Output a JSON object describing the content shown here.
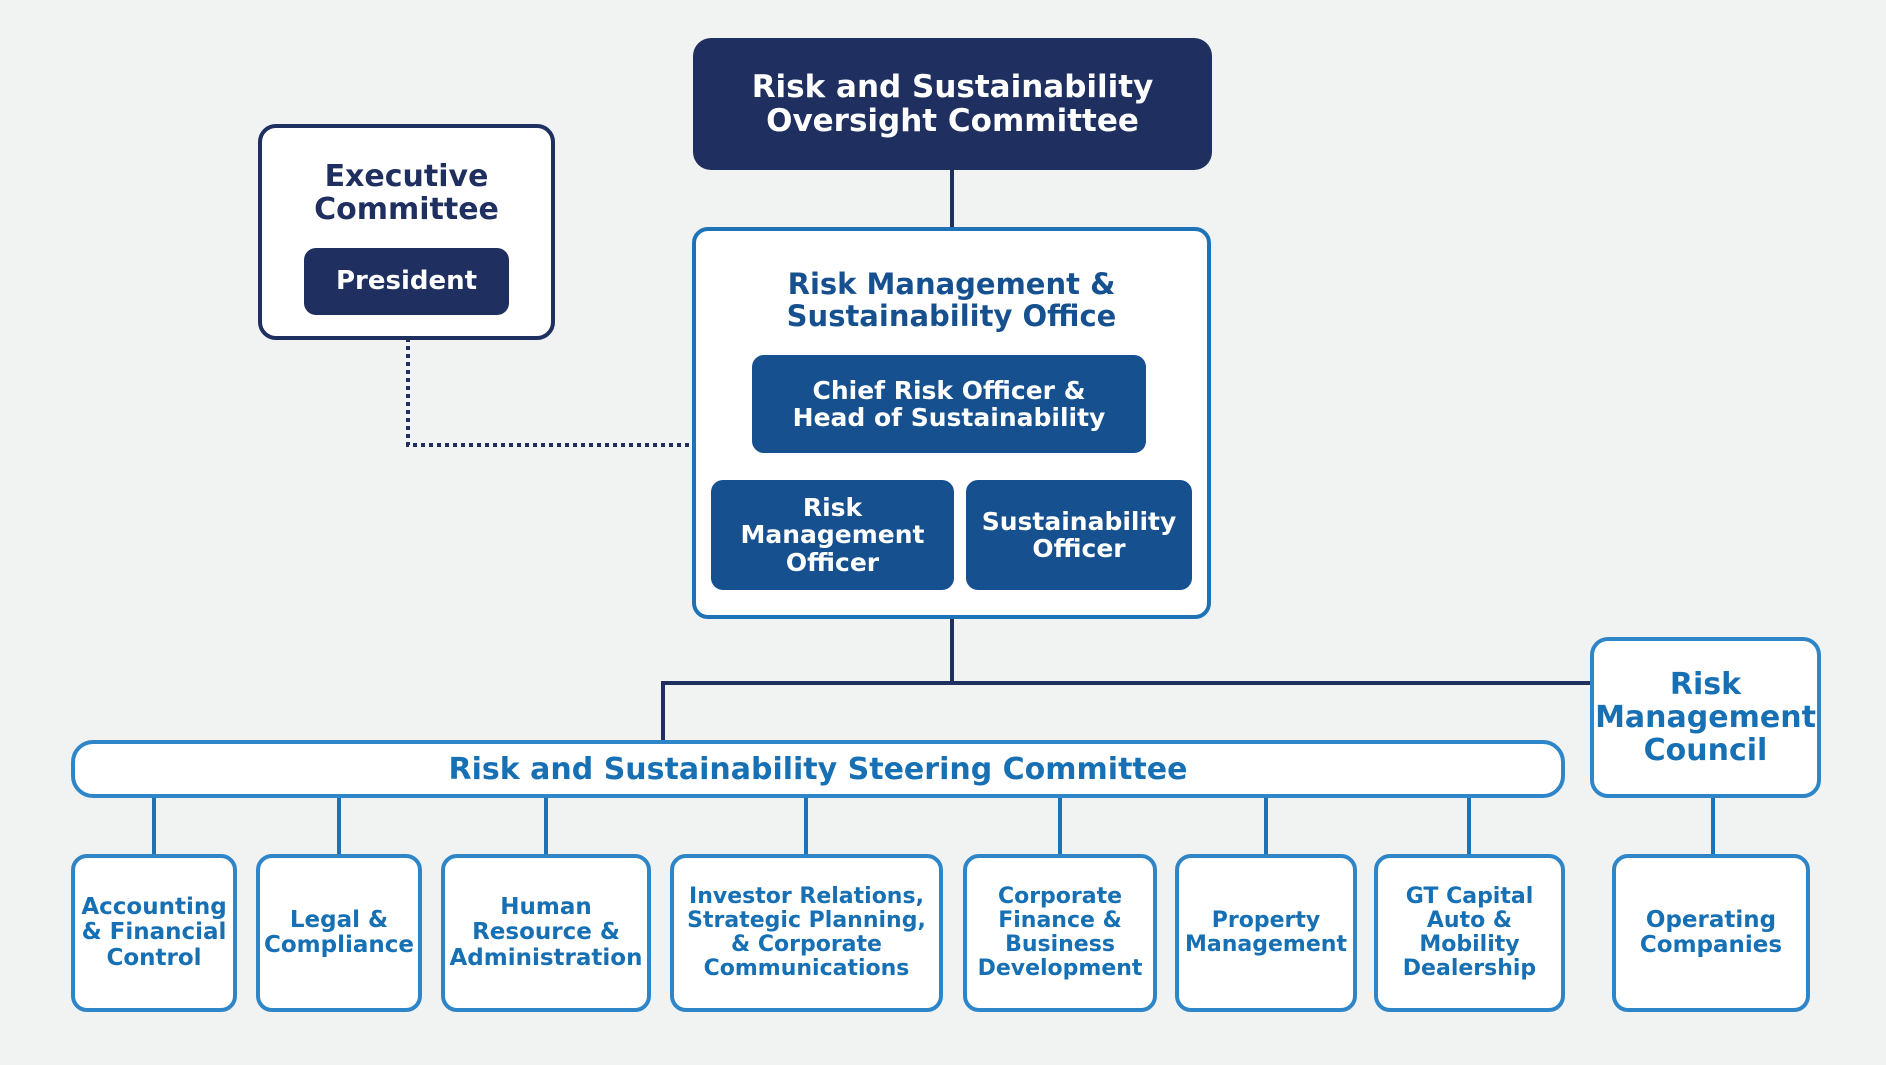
{
  "colors": {
    "background": "#f1f3f3",
    "navy": "#1f2f5f",
    "mid_blue": "#16508f",
    "light_blue": "#2e86c9"
  },
  "oversight": {
    "lines": [
      "Risk and Sustainability",
      "Oversight Committee"
    ]
  },
  "executive": {
    "lines": [
      "Executive",
      "Committee"
    ],
    "president": "President"
  },
  "rmso": {
    "lines": [
      "Risk Management &",
      "Sustainability Office"
    ],
    "cro": {
      "lines": [
        "Chief Risk Officer &",
        "Head of Sustainability"
      ]
    },
    "risk_officer": {
      "lines": [
        "Risk",
        "Management",
        "Officer"
      ]
    },
    "sust_officer": {
      "lines": [
        "Sustainability",
        "Officer"
      ]
    }
  },
  "steering": {
    "label": "Risk and Sustainability Steering Committee"
  },
  "council": {
    "lines": [
      "Risk",
      "Management",
      "Council"
    ]
  },
  "units": [
    {
      "lines": [
        "Accounting",
        "& Financial",
        "Control"
      ]
    },
    {
      "lines": [
        "Legal &",
        "Compliance"
      ]
    },
    {
      "lines": [
        "Human",
        "Resource &",
        "Administration"
      ]
    },
    {
      "lines": [
        "Investor Relations,",
        "Strategic Planning,",
        "& Corporate",
        "Communications"
      ]
    },
    {
      "lines": [
        "Corporate",
        "Finance &",
        "Business",
        "Development"
      ]
    },
    {
      "lines": [
        "Property",
        "Management"
      ]
    },
    {
      "lines": [
        "GT Capital",
        "Auto &",
        "Mobility",
        "Dealership"
      ]
    }
  ],
  "operating": {
    "lines": [
      "Operating",
      "Companies"
    ]
  }
}
